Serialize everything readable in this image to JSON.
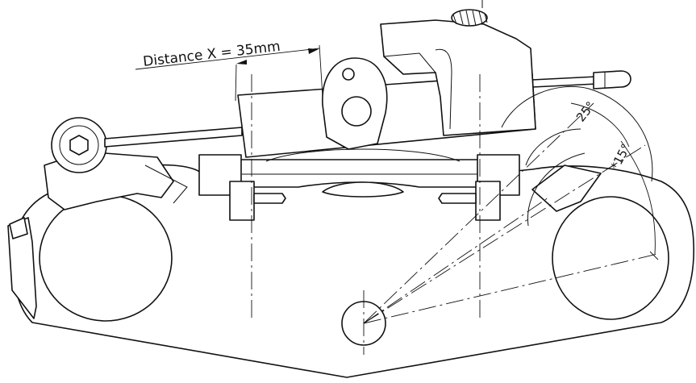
{
  "labels": {
    "distance": "Distance X = 35mm",
    "angle_a": "25°",
    "angle_b": "*15°"
  }
}
